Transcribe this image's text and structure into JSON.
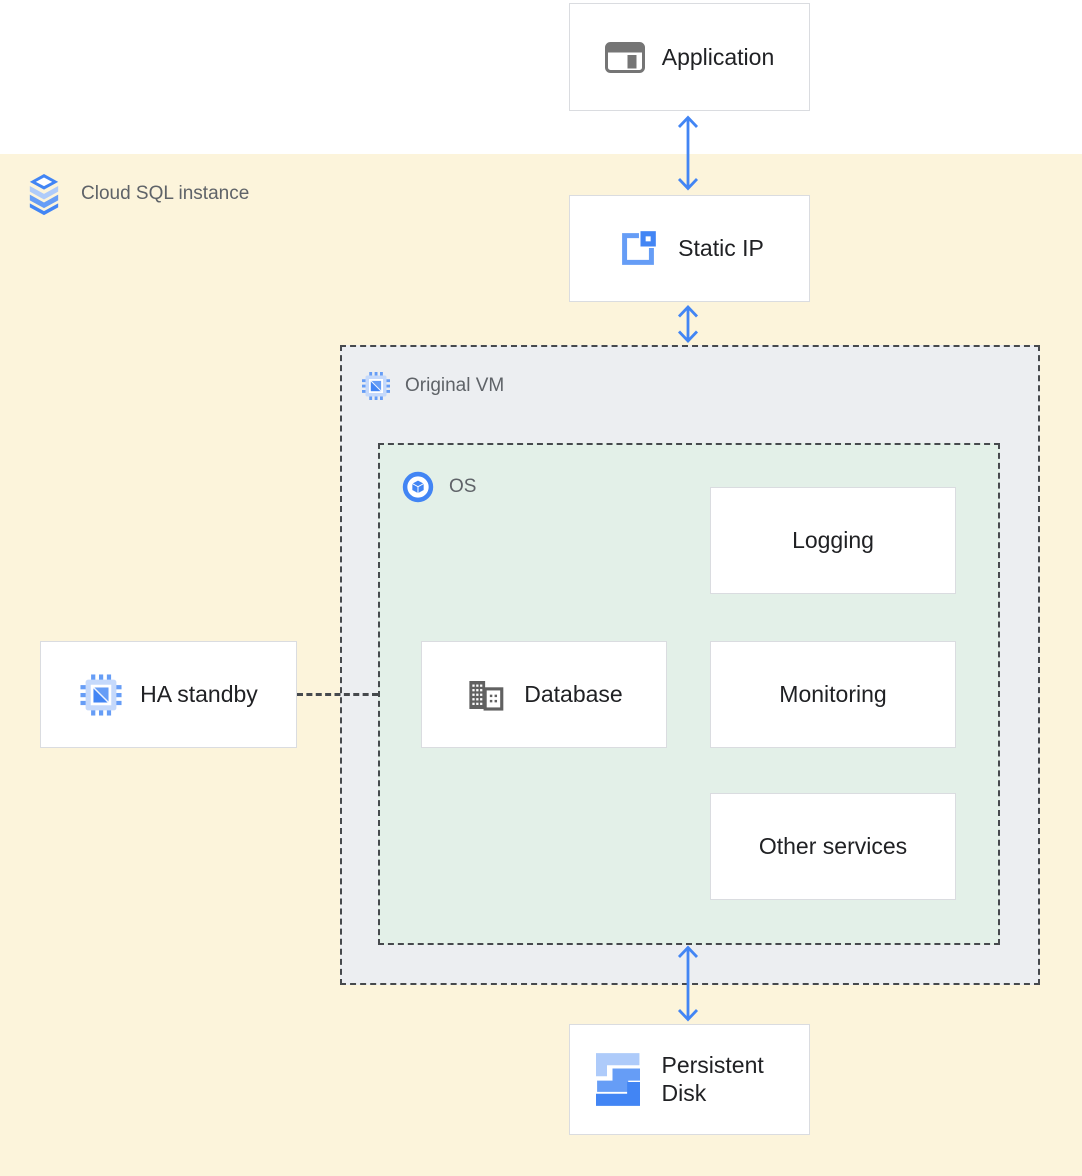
{
  "groups": {
    "cloud_sql": {
      "label": "Cloud SQL instance"
    },
    "original_vm": {
      "label": "Original VM"
    },
    "os": {
      "label": "OS"
    }
  },
  "nodes": {
    "application": {
      "label": "Application"
    },
    "static_ip": {
      "label": "Static IP"
    },
    "logging": {
      "label": "Logging"
    },
    "database": {
      "label": "Database"
    },
    "monitoring": {
      "label": "Monitoring"
    },
    "other_services": {
      "label": "Other services"
    },
    "ha_standby": {
      "label": "HA standby"
    },
    "persistent_disk": {
      "label": "Persistent Disk"
    }
  },
  "edges": [
    {
      "from": "application",
      "to": "static_ip",
      "style": "bidirectional-arrow"
    },
    {
      "from": "static_ip",
      "to": "original_vm",
      "style": "bidirectional-arrow"
    },
    {
      "from": "os",
      "to": "persistent_disk",
      "style": "bidirectional-arrow"
    },
    {
      "from": "ha_standby",
      "to": "original_vm",
      "style": "dashed-line"
    }
  ],
  "icons": {
    "application": "app-window-icon",
    "cloud_sql": "cloud-sql-layers-icon",
    "static_ip": "static-ip-icon",
    "original_vm": "compute-engine-chip-icon",
    "os": "os-circle-cube-icon",
    "database": "database-building-icon",
    "ha_standby": "compute-engine-chip-icon",
    "persistent_disk": "persistent-disk-steps-icon",
    "arrows": "bidirectional-arrow-icon"
  },
  "colors": {
    "background": "#FFFFFF",
    "cloud_sql_zone_bg": "#FCF4DB",
    "vm_group_bg": "#ECEEF1",
    "os_group_bg": "#E3F0E8",
    "node_border": "#DADCE0",
    "dashed_border": "#46494D",
    "arrow_blue": "#4285F4",
    "icon_blue": "#4285F4",
    "icon_blue_medium": "#669DF6",
    "icon_blue_light": "#AECBFA",
    "icon_gray_app": "#757575",
    "icon_gray_db": "#616161",
    "group_label_text": "#5F6368",
    "node_text": "#202124"
  }
}
